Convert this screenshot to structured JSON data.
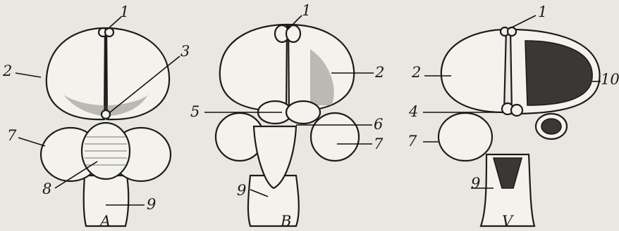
{
  "figure": {
    "panels": [
      {
        "letter": "A",
        "labels": [
          "1",
          "2",
          "3",
          "7",
          "8",
          "9"
        ]
      },
      {
        "letter": "B",
        "labels": [
          "1",
          "2",
          "5",
          "6",
          "7",
          "9"
        ]
      },
      {
        "letter": "V",
        "labels": [
          "1",
          "2",
          "4",
          "7",
          "9",
          "10"
        ]
      }
    ]
  },
  "colors": {
    "background": "#e9e7e1",
    "ink": "#1c1c1c",
    "fill": "#f4f2ec"
  }
}
